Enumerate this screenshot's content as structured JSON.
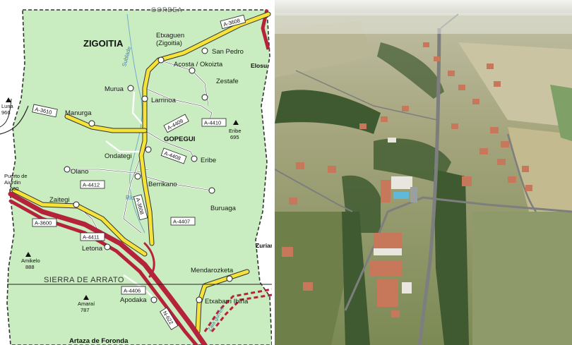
{
  "map": {
    "colors": {
      "land": "#c9ecc1",
      "outside": "#ffffff",
      "motorway": "#b5233a",
      "main_road": "#f5e23a",
      "local_road": "#ffffff",
      "boundary": "#333333"
    },
    "labels": {
      "gorbea": "GORBEA",
      "zigoitia": "ZIGOITIA",
      "gopegui": "GOPEGUI",
      "sierra": "SIERRA DE ARRATO",
      "sublade": "Sublade",
      "rio": "Río",
      "zaia": "Zaia gurren",
      "artaza": "Artaza de Foronda",
      "elosu": "Elosu",
      "zurian": "Zurian"
    },
    "towns": {
      "etxaguen": "Etxaguen",
      "etxaguen_sub": "(Zigoitia)",
      "san_pedro": "San Pedro",
      "murua": "Murua",
      "larrinoa": "Larrinoa",
      "acosta": "Acosta / Okoizta",
      "zestafe": "Zestafe",
      "manurga": "Manurga",
      "ondategi": "Ondategi",
      "eribe": "Eribe",
      "olano": "Olano",
      "zaitegi": "Zaitegi",
      "berrikano": "Berrikano",
      "buruaga": "Buruaga",
      "letona": "Letona",
      "mendarozketa": "Mendarozketa",
      "apodaka": "Apodaka",
      "etxabarri": "Etxabarri Ibiña"
    },
    "peaks": {
      "eribe_peak_name": "Eribe",
      "eribe_peak_elev": "695",
      "puerto": "Puerto de",
      "puerto2": "Aiurdin",
      "puerto_elev": "680",
      "amikelo": "Amikelo",
      "amikelo_elev": "888",
      "amarai": "Amaraí",
      "amarai_elev": "787",
      "luna": "Luna",
      "luna_elev": "966"
    },
    "roads": {
      "a3608": "A-3608",
      "a3610": "A-3610",
      "a4409": "A-4409",
      "a4410": "A-4410",
      "a4408": "A-4408",
      "a4412": "A-4412",
      "a3608b": "A-3608",
      "a4407": "A-4407",
      "a3600": "A-3600",
      "a4411": "A-4411",
      "a4406": "A-4406",
      "n622": "N-622"
    }
  },
  "photo": {
    "colors": {
      "sky": "#eef0ec",
      "horizon": "#c9c9bd",
      "field_light": "#c8c49e",
      "field_green": "#8a9a64",
      "trees": "#3f5a30",
      "road": "#7d7f7e",
      "roof": "#c8785a",
      "pool": "#5fb9d8"
    }
  }
}
